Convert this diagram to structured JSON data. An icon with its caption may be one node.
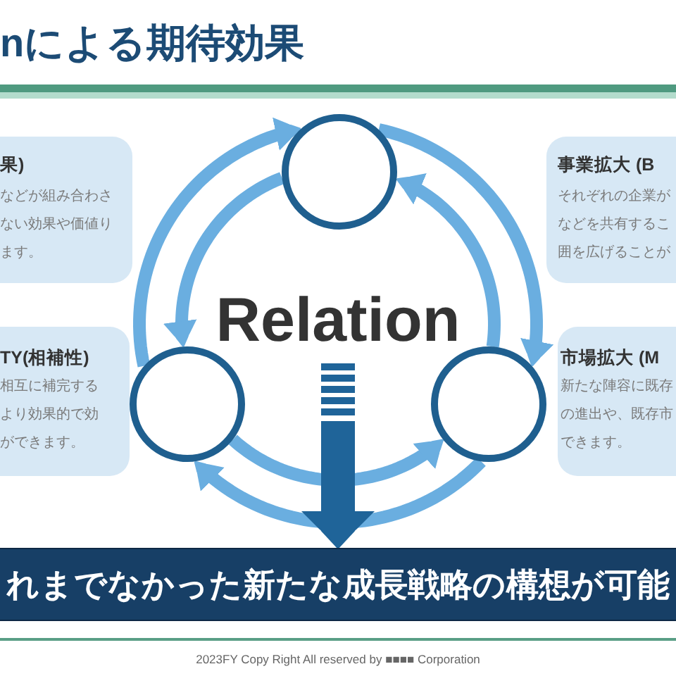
{
  "diagram": {
    "title": "nによる期待効果",
    "nodes": [
      {
        "text": [
          "果)",
          "などが組み合わさない効果や価値ります。"
        ]
      },
      {
        "text": [],
        "shape": "circle"
      },
      {
        "text": [
          "事業拡大 (B",
          "それぞれの企業がなどを共有するこ囲を広げることが"
        ]
      },
      {
        "text": [
          "Relation"
        ]
      },
      {
        "text": [
          "TY(相補性)",
          "相互に補完するより効果的で効ができます。"
        ]
      },
      {
        "text": [],
        "shape": "circle"
      },
      {
        "text": [],
        "shape": "circle"
      },
      {
        "text": [
          "市場拡大 (M",
          "新たな陣容に既存の進出や、既存市できます。"
        ]
      },
      {
        "text": [
          "れまでなかった新たな成長戦略の構想が可能"
        ]
      }
    ],
    "edges": [
      {
        "from": 5,
        "to": 1,
        "arrow": "to"
      },
      {
        "from": 1,
        "to": 5,
        "arrow": "to"
      },
      {
        "from": 1,
        "to": 6,
        "arrow": "to"
      },
      {
        "from": 6,
        "to": 1,
        "arrow": "to"
      },
      {
        "from": 6,
        "to": 5,
        "arrow": "to"
      },
      {
        "from": 5,
        "to": 6,
        "arrow": "to"
      },
      {
        "from": 3,
        "to": 8,
        "arrow": "to",
        "style": "thick",
        "color": "#1f6499"
      }
    ],
    "labels": [
      "2023FY Copy Right All reserved by ■■■■ Corporation"
    ]
  }
}
